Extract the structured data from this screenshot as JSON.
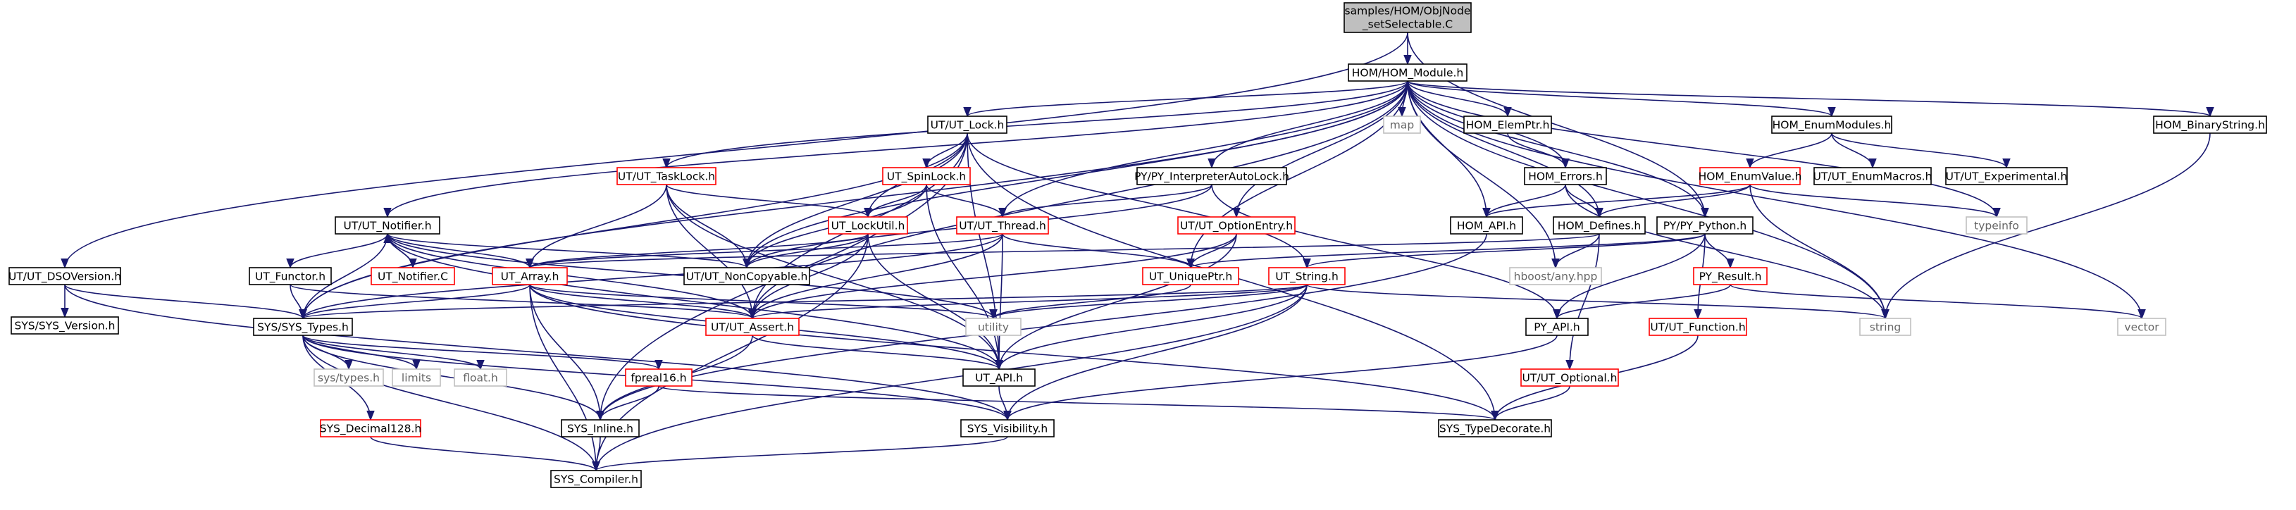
{
  "colors": {
    "normal_border": "#000000",
    "incomplete_border": "#ff0000",
    "external_border": "#bfbfbf",
    "root_fill": "#bfbfbf",
    "edge": "#191970",
    "text": "#000000",
    "external_text": "#666666"
  },
  "graph": {
    "root": {
      "id": "root",
      "lines": [
        "samples/HOM/ObjNode",
        "_setSelectable.C"
      ]
    },
    "nodes": [
      {
        "id": "hom_module",
        "label": "HOM/HOM_Module.h",
        "kind": "normal"
      },
      {
        "id": "ut_dsoversion",
        "label": "UT/UT_DSOVersion.h",
        "kind": "normal"
      },
      {
        "id": "sys_version",
        "label": "SYS/SYS_Version.h",
        "kind": "normal"
      },
      {
        "id": "ut_notifier",
        "label": "UT/UT_Notifier.h",
        "kind": "normal"
      },
      {
        "id": "ut_functor",
        "label": "UT_Functor.h",
        "kind": "normal"
      },
      {
        "id": "ut_notifier_c",
        "label": "UT_Notifier.C",
        "kind": "incomplete"
      },
      {
        "id": "sys_types",
        "label": "SYS/SYS_Types.h",
        "kind": "normal"
      },
      {
        "id": "sys_types_h",
        "label": "sys/types.h",
        "kind": "external"
      },
      {
        "id": "limits",
        "label": "limits",
        "kind": "external"
      },
      {
        "id": "float_h",
        "label": "float.h",
        "kind": "external"
      },
      {
        "id": "sys_decimal128",
        "label": "SYS_Decimal128.h",
        "kind": "incomplete"
      },
      {
        "id": "sys_compiler",
        "label": "SYS_Compiler.h",
        "kind": "normal"
      },
      {
        "id": "sys_inline",
        "label": "SYS_Inline.h",
        "kind": "normal"
      },
      {
        "id": "fpreal16",
        "label": "fpreal16.h",
        "kind": "incomplete"
      },
      {
        "id": "ut_lock",
        "label": "UT/UT_Lock.h",
        "kind": "normal"
      },
      {
        "id": "ut_tasklock",
        "label": "UT/UT_TaskLock.h",
        "kind": "incomplete"
      },
      {
        "id": "ut_spinlock",
        "label": "UT_SpinLock.h",
        "kind": "incomplete"
      },
      {
        "id": "ut_lockutil",
        "label": "UT_LockUtil.h",
        "kind": "incomplete"
      },
      {
        "id": "ut_array",
        "label": "UT_Array.h",
        "kind": "incomplete"
      },
      {
        "id": "ut_noncopyable",
        "label": "UT/UT_NonCopyable.h",
        "kind": "normal"
      },
      {
        "id": "ut_thread",
        "label": "UT/UT_Thread.h",
        "kind": "incomplete"
      },
      {
        "id": "ut_assert",
        "label": "UT/UT_Assert.h",
        "kind": "incomplete"
      },
      {
        "id": "utility",
        "label": "utility",
        "kind": "external"
      },
      {
        "id": "ut_api",
        "label": "UT_API.h",
        "kind": "normal"
      },
      {
        "id": "sys_visibility",
        "label": "SYS_Visibility.h",
        "kind": "normal"
      },
      {
        "id": "sys_typedecorate",
        "label": "SYS_TypeDecorate.h",
        "kind": "normal"
      },
      {
        "id": "py_interp",
        "label": "PY/PY_InterpreterAutoLock.h",
        "kind": "normal"
      },
      {
        "id": "ut_optionentry",
        "label": "UT/UT_OptionEntry.h",
        "kind": "incomplete"
      },
      {
        "id": "ut_uniqueptr",
        "label": "UT_UniquePtr.h",
        "kind": "incomplete"
      },
      {
        "id": "ut_string",
        "label": "UT_String.h",
        "kind": "incomplete"
      },
      {
        "id": "map",
        "label": "map",
        "kind": "external"
      },
      {
        "id": "hom_elemptr",
        "label": "HOM_ElemPtr.h",
        "kind": "normal"
      },
      {
        "id": "hom_errors",
        "label": "HOM_Errors.h",
        "kind": "normal"
      },
      {
        "id": "hom_api",
        "label": "HOM_API.h",
        "kind": "normal"
      },
      {
        "id": "hom_defines",
        "label": "HOM_Defines.h",
        "kind": "normal"
      },
      {
        "id": "hboost_any",
        "label": "hboost/any.hpp",
        "kind": "external"
      },
      {
        "id": "ut_optional",
        "label": "UT/UT_Optional.h",
        "kind": "incomplete"
      },
      {
        "id": "py_python",
        "label": "PY/PY_Python.h",
        "kind": "normal"
      },
      {
        "id": "py_result",
        "label": "PY_Result.h",
        "kind": "incomplete"
      },
      {
        "id": "py_api",
        "label": "PY_API.h",
        "kind": "normal"
      },
      {
        "id": "ut_function",
        "label": "UT/UT_Function.h",
        "kind": "incomplete"
      },
      {
        "id": "hom_enummodules",
        "label": "HOM_EnumModules.h",
        "kind": "normal"
      },
      {
        "id": "hom_enumvalue",
        "label": "HOM_EnumValue.h",
        "kind": "incomplete"
      },
      {
        "id": "ut_enummacros",
        "label": "UT/UT_EnumMacros.h",
        "kind": "normal"
      },
      {
        "id": "ut_experimental",
        "label": "UT/UT_Experimental.h",
        "kind": "normal"
      },
      {
        "id": "typeinfo",
        "label": "typeinfo",
        "kind": "external"
      },
      {
        "id": "string",
        "label": "string",
        "kind": "external"
      },
      {
        "id": "hom_binarystring",
        "label": "HOM_BinaryString.h",
        "kind": "normal"
      },
      {
        "id": "vector",
        "label": "vector",
        "kind": "external"
      }
    ],
    "edges": [
      [
        "root",
        "hom_module"
      ],
      [
        "root",
        "ut_dsoversion"
      ],
      [
        "root",
        "py_python"
      ],
      [
        "ut_dsoversion",
        "sys_version"
      ],
      [
        "ut_dsoversion",
        "sys_types"
      ],
      [
        "ut_dsoversion",
        "sys_visibility"
      ],
      [
        "hom_module",
        "ut_notifier"
      ],
      [
        "hom_module",
        "sys_types"
      ],
      [
        "hom_module",
        "ut_lock"
      ],
      [
        "hom_module",
        "ut_tasklock"
      ],
      [
        "hom_module",
        "ut_assert"
      ],
      [
        "hom_module",
        "ut_noncopyable"
      ],
      [
        "hom_module",
        "py_interp"
      ],
      [
        "hom_module",
        "ut_thread"
      ],
      [
        "hom_module",
        "ut_optionentry"
      ],
      [
        "hom_module",
        "ut_uniqueptr"
      ],
      [
        "hom_module",
        "map"
      ],
      [
        "hom_module",
        "hom_elemptr"
      ],
      [
        "hom_module",
        "hom_errors"
      ],
      [
        "hom_module",
        "hom_api"
      ],
      [
        "hom_module",
        "hom_defines"
      ],
      [
        "hom_module",
        "hboost_any"
      ],
      [
        "hom_module",
        "py_python"
      ],
      [
        "hom_module",
        "hom_enummodules"
      ],
      [
        "hom_module",
        "typeinfo"
      ],
      [
        "hom_module",
        "string"
      ],
      [
        "hom_module",
        "hom_binarystring"
      ],
      [
        "hom_module",
        "vector"
      ],
      [
        "ut_notifier",
        "ut_functor"
      ],
      [
        "ut_notifier",
        "ut_notifier_c"
      ],
      [
        "ut_notifier",
        "sys_types"
      ],
      [
        "ut_notifier",
        "ut_array"
      ],
      [
        "ut_notifier",
        "ut_noncopyable"
      ],
      [
        "ut_notifier",
        "utility"
      ],
      [
        "ut_notifier",
        "ut_assert"
      ],
      [
        "ut_notifier",
        "ut_api"
      ],
      [
        "ut_notifier_c",
        "ut_notifier"
      ],
      [
        "ut_functor",
        "sys_types"
      ],
      [
        "ut_functor",
        "ut_assert"
      ],
      [
        "sys_types",
        "sys_types_h"
      ],
      [
        "sys_types",
        "limits"
      ],
      [
        "sys_types",
        "float_h"
      ],
      [
        "sys_types",
        "sys_decimal128"
      ],
      [
        "sys_types",
        "sys_compiler"
      ],
      [
        "sys_types",
        "sys_inline"
      ],
      [
        "sys_types",
        "fpreal16"
      ],
      [
        "sys_types",
        "sys_visibility"
      ],
      [
        "sys_decimal128",
        "sys_compiler"
      ],
      [
        "sys_inline",
        "sys_compiler"
      ],
      [
        "fpreal16",
        "sys_inline"
      ],
      [
        "fpreal16",
        "sys_typedecorate"
      ],
      [
        "sys_visibility",
        "sys_compiler"
      ],
      [
        "ut_lock",
        "sys_types"
      ],
      [
        "ut_lock",
        "ut_spinlock"
      ],
      [
        "ut_lock",
        "ut_lockutil"
      ],
      [
        "ut_lock",
        "ut_noncopyable"
      ],
      [
        "ut_lock",
        "ut_api"
      ],
      [
        "ut_lock",
        "ut_string"
      ],
      [
        "ut_lock",
        "sys_typedecorate"
      ],
      [
        "ut_lock",
        "sys_inline"
      ],
      [
        "ut_lock",
        "ut_assert"
      ],
      [
        "ut_tasklock",
        "ut_lockutil"
      ],
      [
        "ut_tasklock",
        "ut_array"
      ],
      [
        "ut_tasklock",
        "ut_noncopyable"
      ],
      [
        "ut_tasklock",
        "ut_assert"
      ],
      [
        "ut_tasklock",
        "ut_api"
      ],
      [
        "ut_spinlock",
        "ut_lockutil"
      ],
      [
        "ut_spinlock",
        "ut_thread"
      ],
      [
        "ut_spinlock",
        "ut_noncopyable"
      ],
      [
        "ut_spinlock",
        "ut_api"
      ],
      [
        "ut_lockutil",
        "ut_array"
      ],
      [
        "ut_lockutil",
        "ut_noncopyable"
      ],
      [
        "ut_lockutil",
        "ut_assert"
      ],
      [
        "ut_lockutil",
        "ut_api"
      ],
      [
        "ut_lockutil",
        "sys_compiler"
      ],
      [
        "ut_thread",
        "ut_array"
      ],
      [
        "ut_thread",
        "ut_uniqueptr"
      ],
      [
        "ut_thread",
        "ut_assert"
      ],
      [
        "ut_thread",
        "ut_api"
      ],
      [
        "ut_thread",
        "sys_types"
      ],
      [
        "ut_array",
        "sys_types"
      ],
      [
        "ut_array",
        "ut_assert"
      ],
      [
        "ut_array",
        "ut_api"
      ],
      [
        "ut_array",
        "sys_compiler"
      ],
      [
        "ut_array",
        "sys_inline"
      ],
      [
        "ut_array",
        "sys_typedecorate"
      ],
      [
        "ut_array",
        "utility"
      ],
      [
        "ut_assert",
        "ut_api"
      ],
      [
        "ut_assert",
        "sys_inline"
      ],
      [
        "ut_api",
        "sys_visibility"
      ],
      [
        "py_interp",
        "ut_noncopyable"
      ],
      [
        "py_interp",
        "ut_thread"
      ],
      [
        "py_interp",
        "py_api"
      ],
      [
        "ut_optionentry",
        "ut_uniqueptr"
      ],
      [
        "ut_optionentry",
        "ut_assert"
      ],
      [
        "ut_optionentry",
        "ut_api"
      ],
      [
        "ut_uniqueptr",
        "utility"
      ],
      [
        "ut_string",
        "ut_assert"
      ],
      [
        "ut_string",
        "ut_api"
      ],
      [
        "ut_string",
        "sys_types"
      ],
      [
        "ut_string",
        "string"
      ],
      [
        "ut_string",
        "utility"
      ],
      [
        "ut_string",
        "sys_compiler"
      ],
      [
        "ut_string",
        "sys_visibility"
      ],
      [
        "hom_elemptr",
        "hom_errors"
      ],
      [
        "hom_errors",
        "hom_api"
      ],
      [
        "hom_errors",
        "hom_defines"
      ],
      [
        "hom_errors",
        "string"
      ],
      [
        "hom_api",
        "sys_inline"
      ],
      [
        "hom_defines",
        "hboost_any"
      ],
      [
        "hom_defines",
        "ut_optional"
      ],
      [
        "hom_defines",
        "ut_array"
      ],
      [
        "ut_optional",
        "sys_typedecorate"
      ],
      [
        "py_python",
        "py_result"
      ],
      [
        "py_python",
        "ut_function"
      ],
      [
        "py_python",
        "py_api"
      ],
      [
        "py_python",
        "ut_string"
      ],
      [
        "py_python",
        "ut_uniqueptr"
      ],
      [
        "py_result",
        "py_api"
      ],
      [
        "py_result",
        "vector"
      ],
      [
        "py_api",
        "sys_visibility"
      ],
      [
        "ut_function",
        "sys_typedecorate"
      ],
      [
        "hom_enummodules",
        "hom_enumvalue"
      ],
      [
        "hom_enummodules",
        "ut_enummacros"
      ],
      [
        "hom_enummodules",
        "ut_experimental"
      ],
      [
        "hom_enumvalue",
        "hom_defines"
      ],
      [
        "hom_enumvalue",
        "hom_api"
      ],
      [
        "hom_enumvalue",
        "string"
      ],
      [
        "hom_enumvalue",
        "typeinfo"
      ],
      [
        "hom_binarystring",
        "string"
      ]
    ]
  }
}
